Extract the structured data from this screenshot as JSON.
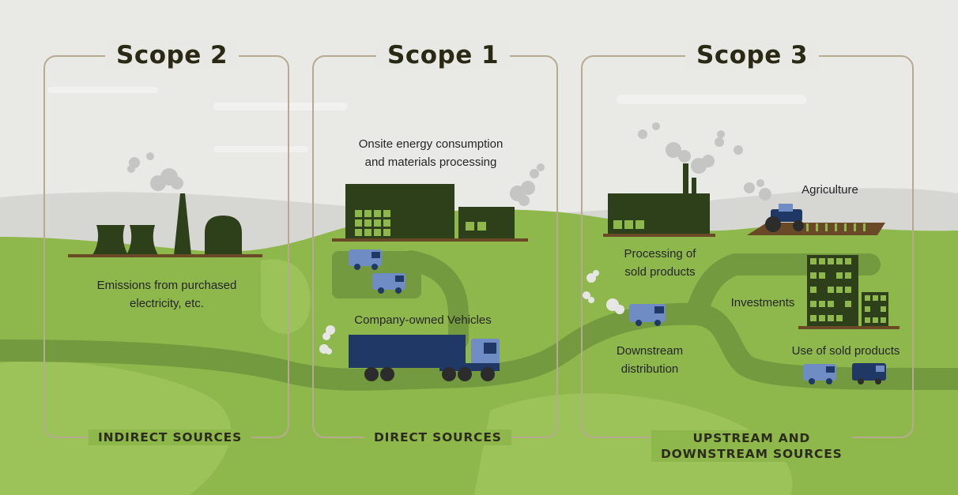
{
  "scopes": {
    "scope2": {
      "title": "Scope 2",
      "source": "INDIRECT SOURCES",
      "items": {
        "electricity": [
          "Emissions from purchased",
          "electricity, etc."
        ]
      }
    },
    "scope1": {
      "title": "Scope 1",
      "source": "DIRECT SOURCES",
      "items": {
        "onsite": [
          "Onsite energy consumption",
          "and materials processing"
        ],
        "vehicles": "Company-owned Vehicles"
      }
    },
    "scope3": {
      "title": "Scope 3",
      "source": [
        "UPSTREAM AND",
        "DOWNSTREAM SOURCES"
      ],
      "items": {
        "processing": [
          "Processing of",
          "sold products"
        ],
        "agriculture": "Agriculture",
        "investments": "Investments",
        "distribution": [
          "Downstream",
          "distribution"
        ],
        "use": "Use of sold products"
      }
    }
  },
  "colors": {
    "sky": "#e9e9e6",
    "hill": "#d6d6d2",
    "grass": "#8fb84c",
    "grass_light": "#9cc35a",
    "road": "#739a3f",
    "building": "#2d401a",
    "window": "#8fb84c",
    "ground_line": "#6a4a26",
    "truck_blue": "#1f3866",
    "van_blue": "#6f8cc4",
    "smoke": "#c5c5c3",
    "panel_border": "#b7aa90",
    "title_text": "#2a2a14"
  },
  "icons": [
    "cooling-tower-icon",
    "chimney-icon",
    "dome-icon",
    "factory-icon",
    "van-icon",
    "truck-icon",
    "tractor-icon",
    "crop-field-icon",
    "office-building-icon",
    "smoke-icon"
  ]
}
